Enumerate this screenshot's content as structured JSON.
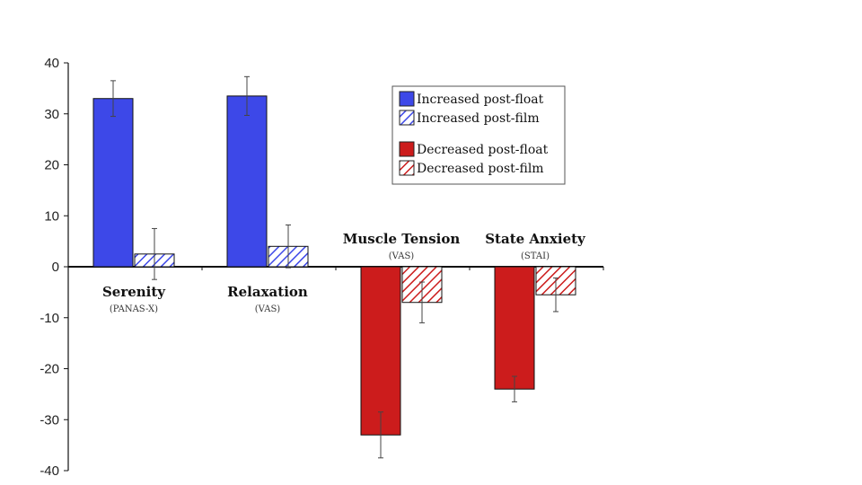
{
  "colors": {
    "increased": "#3d48e8",
    "decreased": "#cc1c1c",
    "axis": "#111111"
  },
  "chart_data": {
    "type": "bar",
    "ylim": [
      -40,
      40
    ],
    "yticks": [
      40,
      30,
      20,
      10,
      0,
      -10,
      -20,
      -30,
      -40
    ],
    "grid": false,
    "legend_position": "top-right",
    "categories": [
      {
        "name": "Serenity",
        "sub": "(PANAS-X)",
        "label_side": "below"
      },
      {
        "name": "Relaxation",
        "sub": "(VAS)",
        "label_side": "below"
      },
      {
        "name": "Muscle Tension",
        "sub": "(VAS)",
        "label_side": "above"
      },
      {
        "name": "State Anxiety",
        "sub": "(STAI)",
        "label_side": "above"
      }
    ],
    "series": [
      {
        "name": "float",
        "pattern": "solid",
        "values": [
          33,
          33.5,
          -33,
          -24
        ],
        "errors": [
          3.5,
          3.8,
          4.5,
          2.5
        ]
      },
      {
        "name": "film",
        "pattern": "hatched",
        "values": [
          2.5,
          4,
          -7,
          -5.5
        ],
        "errors": [
          5,
          4.2,
          4,
          3.3
        ]
      }
    ],
    "legend": [
      {
        "label": "Increased post-float",
        "color": "increased",
        "pattern": "solid"
      },
      {
        "label": "Increased post-film",
        "color": "increased",
        "pattern": "hatched"
      },
      {
        "label": "Decreased post-float",
        "color": "decreased",
        "pattern": "solid"
      },
      {
        "label": "Decreased post-film",
        "color": "decreased",
        "pattern": "hatched"
      }
    ]
  }
}
